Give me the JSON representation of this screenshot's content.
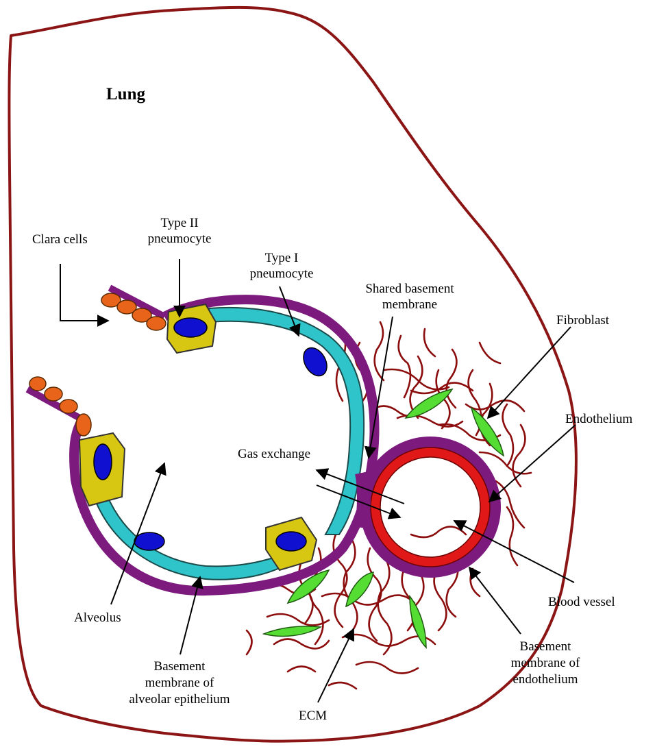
{
  "title": "Lung",
  "colors": {
    "outline": "#8b1414",
    "basement_membrane": "#7d1a7d",
    "type1_cell": "#2ec4c9",
    "type2_cell": "#d8c712",
    "nucleus": "#1010d0",
    "clara_cell": "#e8641a",
    "fibroblast": "#55dd33",
    "endothelium": "#e01818",
    "ecm_fibers": "#8b0d0d"
  },
  "labels": {
    "clara_cells": "Clara cells",
    "type2": [
      "Type II",
      "pneumocyte"
    ],
    "type1": [
      "Type I",
      "pneumocyte"
    ],
    "shared_bm": [
      "Shared basement",
      "membrane"
    ],
    "fibroblast": "Fibroblast",
    "endothelium": "Endothelium",
    "gas_exchange": "Gas exchange",
    "blood_vessel": "Blood vessel",
    "alveolus": "Alveolus",
    "bm_alveolar": [
      "Basement",
      "membrane of",
      "alveolar epithelium"
    ],
    "bm_endo": [
      "Basement",
      "membrane of",
      "endothelium"
    ],
    "ecm": "ECM"
  }
}
